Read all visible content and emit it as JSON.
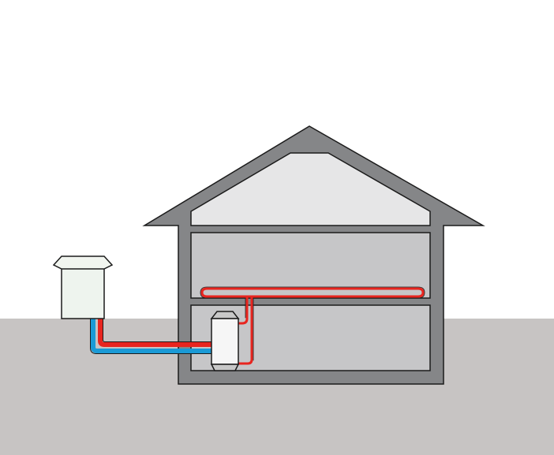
{
  "colors": {
    "sky": "#ffffff",
    "ground": "#c7c4c3",
    "house_wall": "#858688",
    "roof_interior": "#e6e6e7",
    "room_interior": "#c6c6c8",
    "outline": "#1b1b1b",
    "outdoor_unit_body": "#eef4ee",
    "outdoor_unit_cap": "#f1f5ef",
    "indoor_unit_body": "#f6f6f6",
    "indoor_unit_cap": "#c8c8c8",
    "hot_pipe": "#e8251f",
    "cold_pipe": "#1a9ad6"
  },
  "components": {
    "outdoor_unit_icon": "heat-pump-outdoor-unit",
    "indoor_unit_icon": "indoor-heat-pump-unit",
    "floor_heating_icon": "underfloor-heating-loop"
  }
}
